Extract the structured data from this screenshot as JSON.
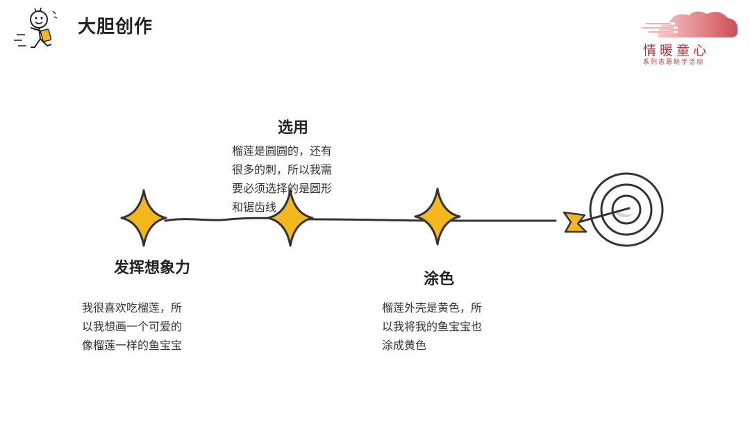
{
  "header": {
    "title": "大胆创作"
  },
  "logo": {
    "title": "情暖童心",
    "subtitle": "系列志愿助学活动"
  },
  "colors": {
    "accent": "#f5b81c",
    "ink": "#333333",
    "brand": "#b8323a"
  },
  "steps": [
    {
      "title": "发挥想象力",
      "desc_lines": [
        "我很喜欢吃榴莲，所",
        "以我想画一个可爱的",
        "像榴莲一样的鱼宝宝"
      ]
    },
    {
      "title": "选用",
      "desc_lines": [
        "榴莲是圆圆的，还有",
        "很多的刺，所以我需",
        "要必须选择的是圆形",
        "和锯齿线"
      ]
    },
    {
      "title": "涂色",
      "desc_lines": [
        "榴莲外壳是黄色，所",
        "以我将我的鱼宝宝也",
        "涂成黄色"
      ]
    }
  ],
  "icons": {
    "star": "sparkle-star-icon",
    "target": "target-icon",
    "arrow": "arrow-icon",
    "mascot": "stick-figure-icon"
  }
}
